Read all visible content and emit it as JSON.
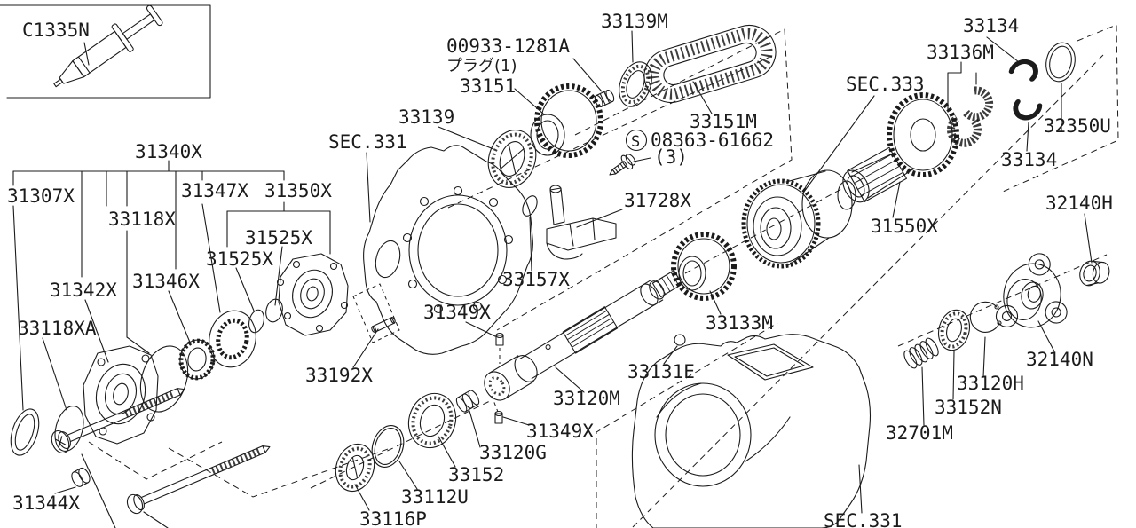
{
  "colors": {
    "ink": "#1b1b1b",
    "background": "#ffffff"
  },
  "labels": {
    "c1335n": "C1335N",
    "x31340": "31340X",
    "x31307": "31307X",
    "x33118": "33118X",
    "x31347": "31347X",
    "x31350": "31350X",
    "x31525_1": "31525X",
    "x31525_2": "31525X",
    "x31342": "31342X",
    "x31346": "31346X",
    "x33118a": "33118XA",
    "x31344": "31344X",
    "sec331_front": "SEC.331",
    "x33139": "33139",
    "x33151": "33151",
    "plug_no": "00933-1281A",
    "plug_jp": "プラグ(1)",
    "x33139m": "33139M",
    "x33151m": "33151M",
    "screw_s": "S",
    "screw_no": "08363-61662",
    "screw_qty": "(3)",
    "sec333": "SEC.333",
    "x33136m": "33136M",
    "x33134_1": "33134",
    "x32350u": "32350U",
    "x33134_2": "33134",
    "x31550": "31550X",
    "x32140h": "32140H",
    "x32140n": "32140N",
    "x33120h": "33120H",
    "x33152n": "33152N",
    "x32701m": "32701M",
    "x31728": "31728X",
    "x33157": "33157X",
    "x33133m": "33133M",
    "x33131e": "33131E",
    "x31349_1": "31349X",
    "x33120m": "33120M",
    "x31349_2": "31349X",
    "x33120g": "33120G",
    "x33152": "33152",
    "x33112u": "33112U",
    "x33116p": "33116P",
    "x33192": "33192X",
    "sec331_rear": "SEC.331"
  }
}
